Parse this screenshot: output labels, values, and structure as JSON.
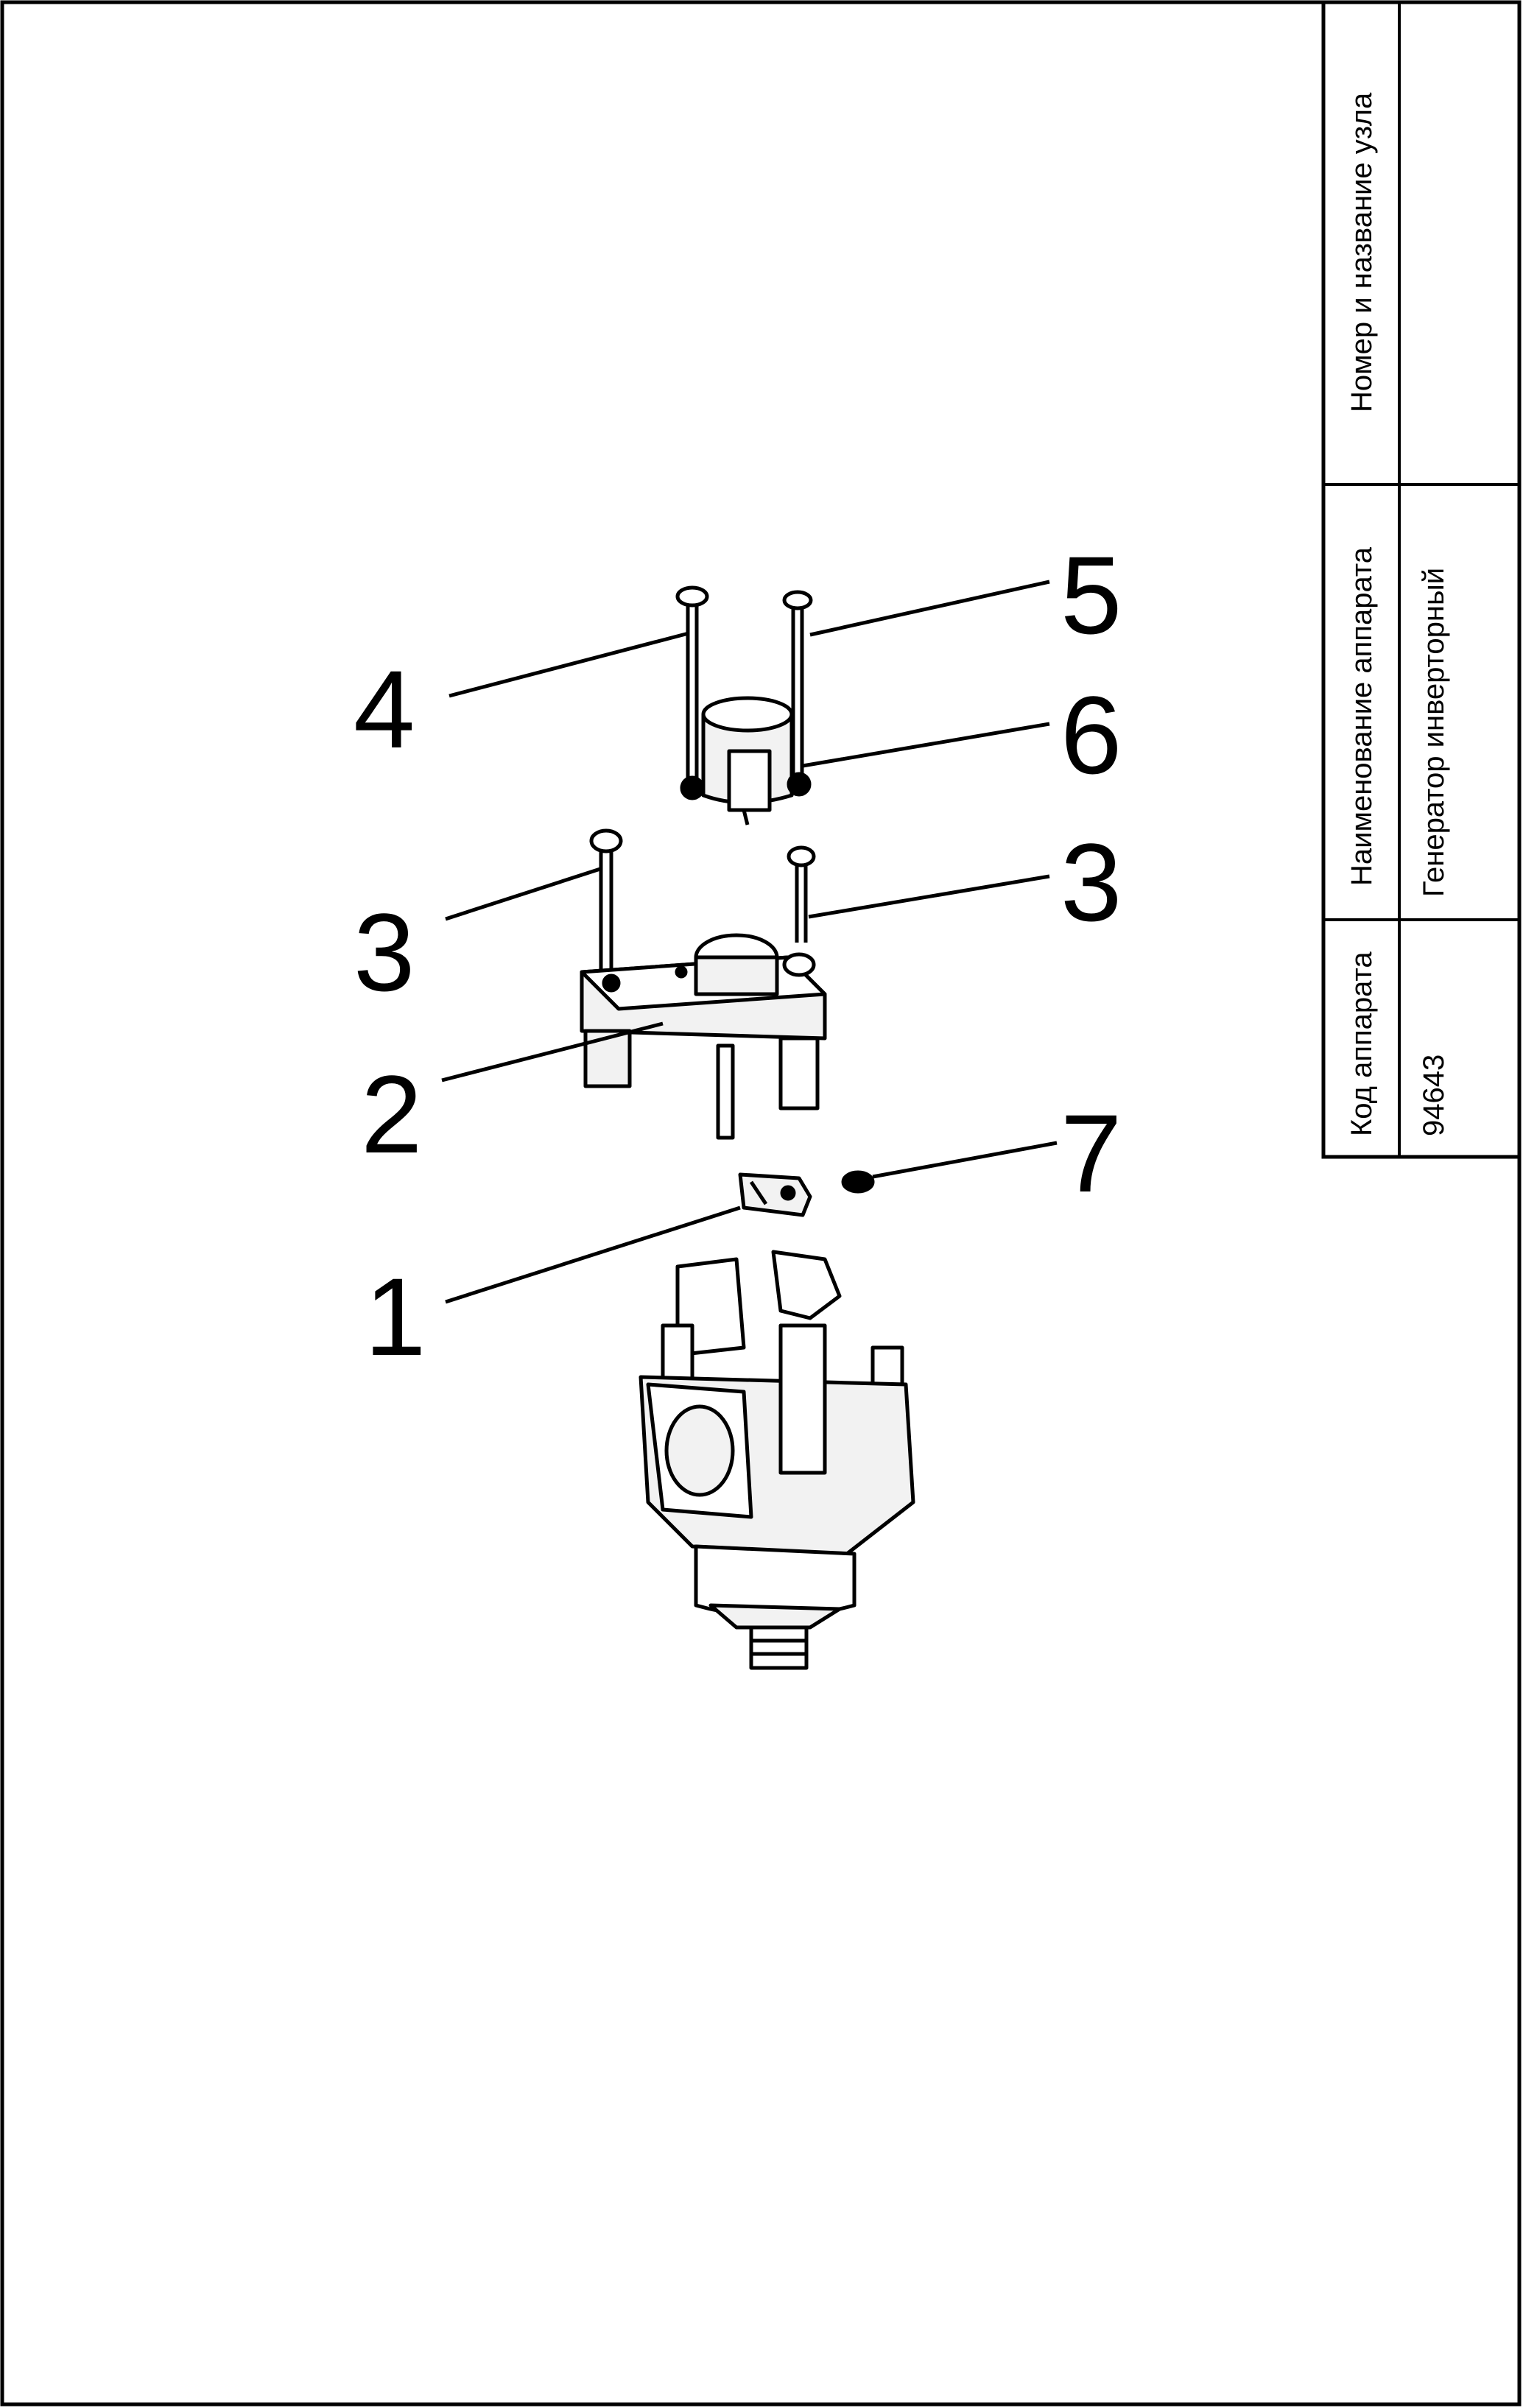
{
  "title_block": {
    "code_header": "Код аппарата",
    "code_value": "94643",
    "name_header": "Наименование аппарата",
    "name_value": "Генератор инверторный",
    "unit_header": "Номер и название узла",
    "unit_value": ""
  },
  "callouts": [
    {
      "id": "4",
      "label": "4"
    },
    {
      "id": "5",
      "label": "5"
    },
    {
      "id": "6",
      "label": "6"
    },
    {
      "id": "3a",
      "label": "3"
    },
    {
      "id": "3b",
      "label": "3"
    },
    {
      "id": "2",
      "label": "2"
    },
    {
      "id": "7",
      "label": "7"
    },
    {
      "id": "1",
      "label": "1"
    }
  ],
  "colors": {
    "line": "#000000",
    "background": "#ffffff",
    "part_fill": "#f2f2f2"
  }
}
